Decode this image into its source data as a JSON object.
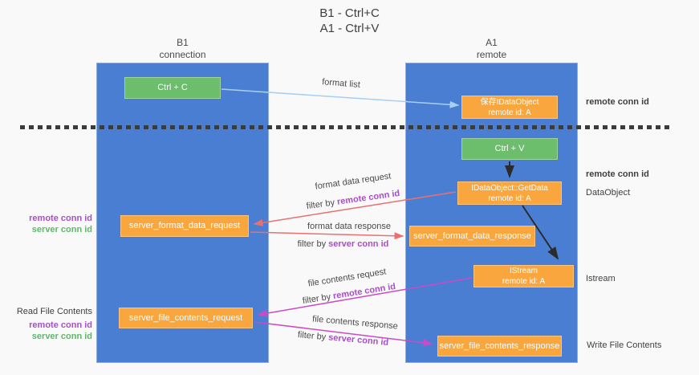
{
  "title": {
    "line1": "B1 - Ctrl+C",
    "line2": "A1 - Ctrl+V"
  },
  "lanes": {
    "left": {
      "name": "B1",
      "subtitle": "connection"
    },
    "right": {
      "name": "A1",
      "subtitle": "remote"
    }
  },
  "nodes": {
    "ctrl_c": {
      "label": "Ctrl + C"
    },
    "save_idataobject": {
      "line1": "保存IDataObject",
      "line2": "remote id: A"
    },
    "ctrl_v": {
      "label": "Ctrl + V"
    },
    "getdata": {
      "line1": "IDataObject::GetData",
      "line2": "remote id: A"
    },
    "server_format_data_request": {
      "label": "server_format_data_request"
    },
    "server_format_data_response": {
      "label": "server_format_data_response"
    },
    "istream": {
      "line1": "IStream",
      "line2": "remote id: A"
    },
    "server_file_contents_request": {
      "label": "server_file_contents_request"
    },
    "server_file_contents_response": {
      "label": "server_file_contents_response"
    }
  },
  "arrow_labels": {
    "format_list": "format list",
    "format_data_request": "format data request",
    "format_data_request_filter_prefix": "filter by",
    "format_data_request_filter_key": "remote conn id",
    "format_data_response": "format data response",
    "format_data_response_filter_prefix": "filter by",
    "format_data_response_filter_key": "server conn id",
    "file_contents_request": "file contents request",
    "file_contents_request_filter_prefix": "filter by",
    "file_contents_request_filter_key": "remote conn id",
    "file_contents_response": "file contents response",
    "file_contents_response_filter_prefix": "filter by",
    "file_contents_response_filter_key": "server conn id"
  },
  "side_labels": {
    "right_remote_conn_id_top": "remote conn id",
    "right_remote_conn_id_mid": "remote conn id",
    "right_dataobject": "DataObject",
    "right_istream": "Istream",
    "right_write_file_contents": "Write File Contents",
    "left_remote_conn_id_1": "remote conn id",
    "left_server_conn_id_1": "server conn id",
    "left_read_file_contents": "Read File Contents",
    "left_remote_conn_id_2": "remote conn id",
    "left_server_conn_id_2": "server conn id"
  },
  "colors": {
    "background": "#f9f9f9",
    "lane_fill": "#4a7ed2",
    "node_green": "#6cbe6c",
    "node_orange": "#f8a63d",
    "arrow_light_blue": "#a8cef0",
    "arrow_red": "#e87070",
    "arrow_magenta": "#cb4ac5",
    "arrow_black": "#2b2b2b",
    "text_purple": "#a94ec9",
    "text_green": "#5cb86a"
  }
}
